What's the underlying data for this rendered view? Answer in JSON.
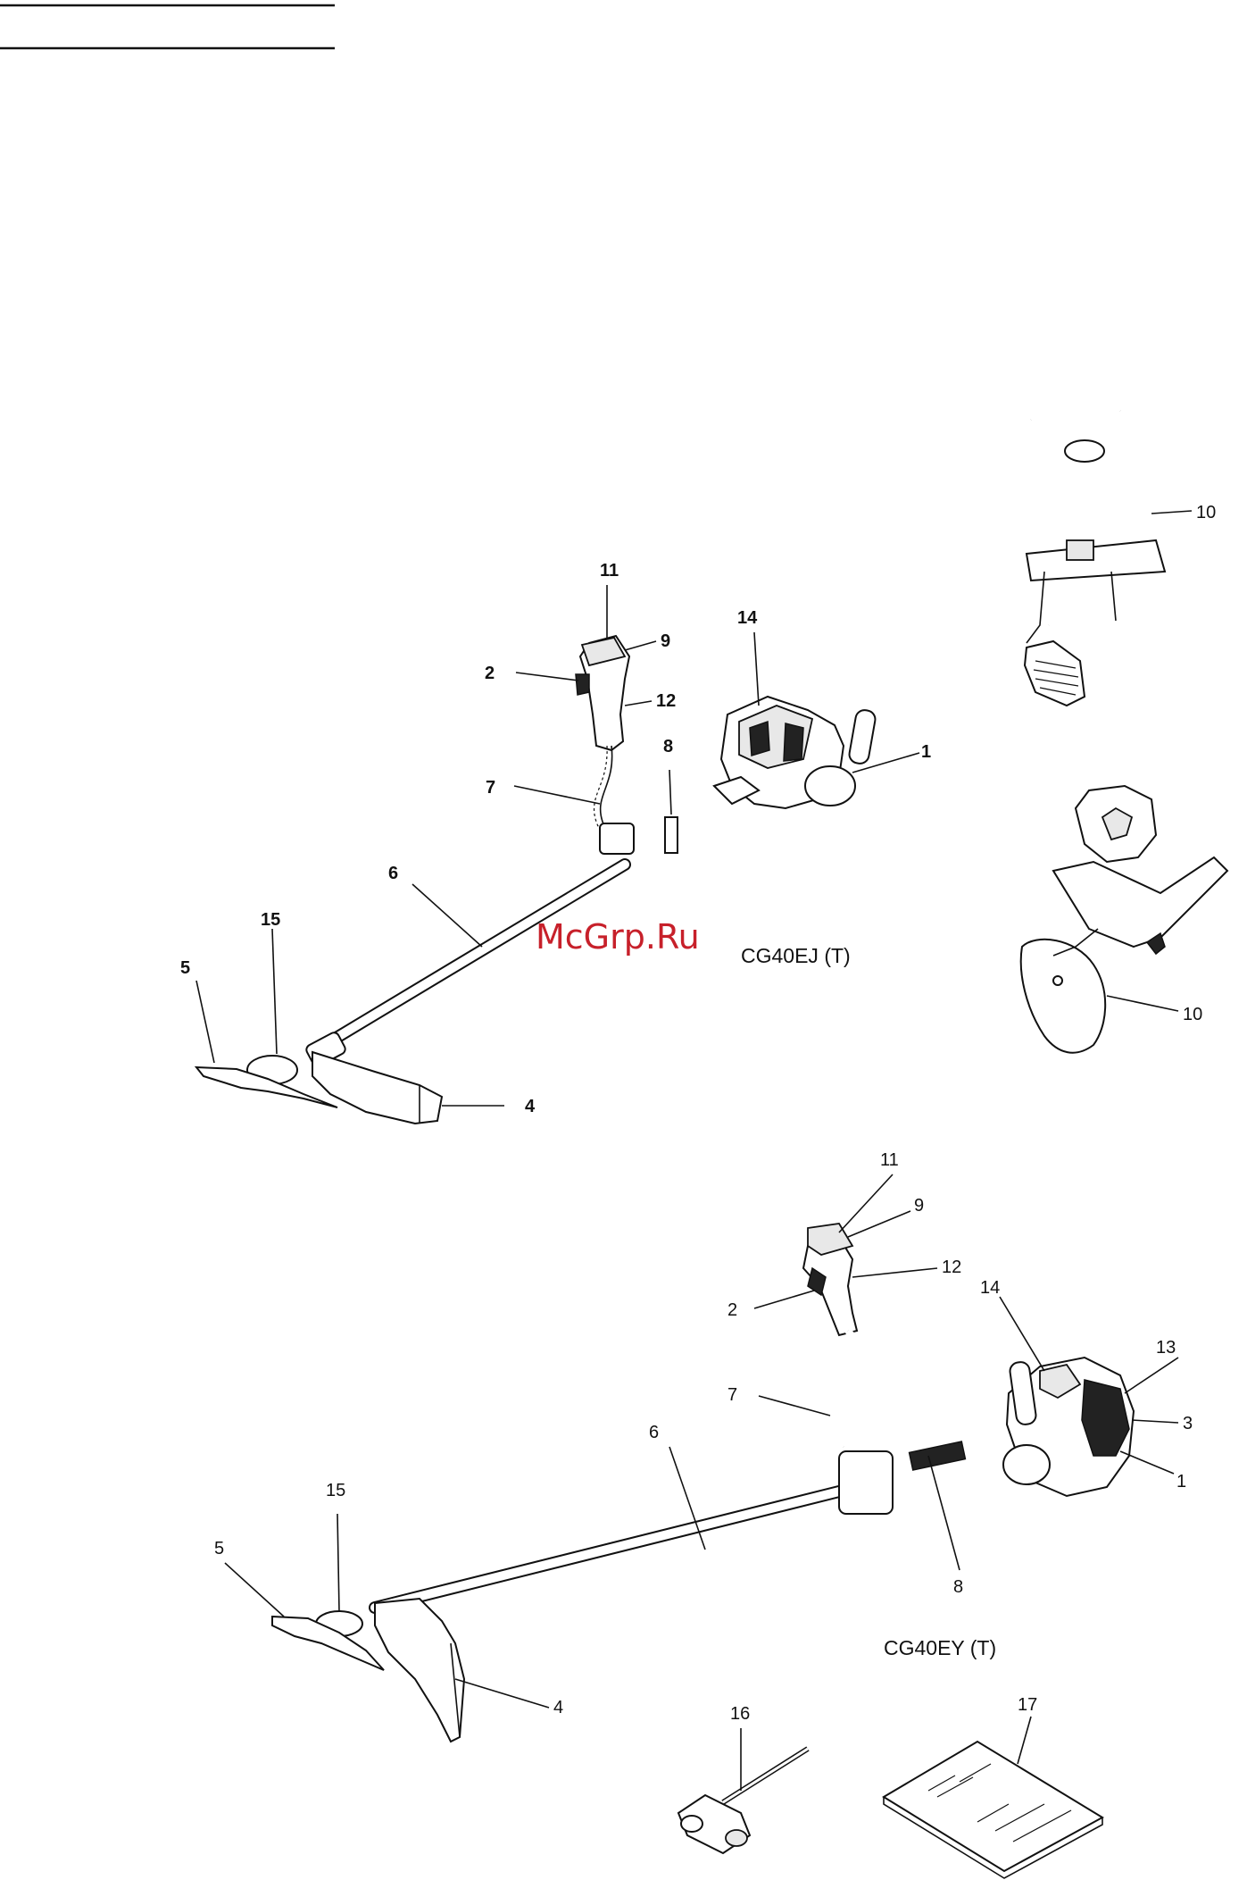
{
  "header_rules": {
    "count": 2
  },
  "watermark": "McGrp.Ru",
  "figure_top": {
    "model": "CG40EJ (T)",
    "callouts": [
      "1",
      "2",
      "4",
      "5",
      "6",
      "7",
      "8",
      "9",
      "11",
      "12",
      "14",
      "15"
    ]
  },
  "harnesses": {
    "callouts": [
      "10",
      "10"
    ]
  },
  "figure_bottom": {
    "model": "CG40EY (T)",
    "callouts": [
      "1",
      "2",
      "3",
      "4",
      "5",
      "6",
      "7",
      "8",
      "9",
      "11",
      "12",
      "13",
      "14",
      "15"
    ]
  },
  "accessories": {
    "callouts": [
      "16",
      "17"
    ]
  }
}
